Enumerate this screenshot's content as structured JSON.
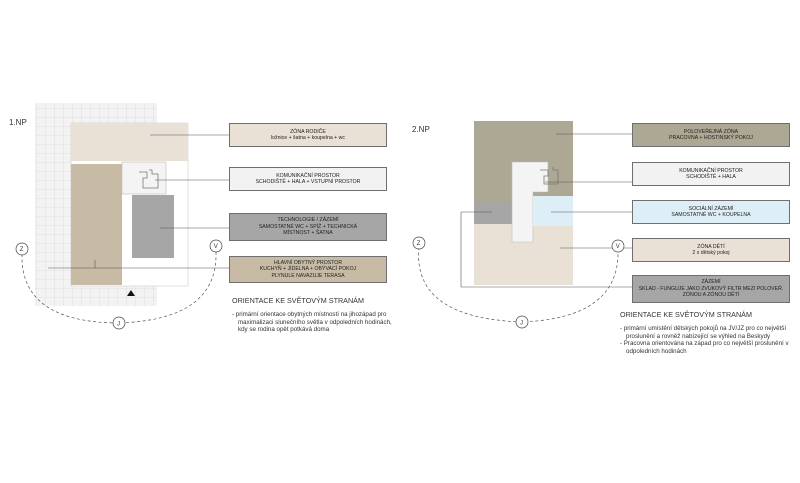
{
  "floors": [
    {
      "label": "1.NP",
      "zones": [
        {
          "title": "ZÓNA RODIČE",
          "sub": "ložnice + šatna + koupelna + wc",
          "color": "#e9e1d6"
        },
        {
          "title": "KOMUNIKAČNÍ PROSTOR",
          "sub": "SCHODIŠTĚ + HALA + VSTUPNÍ PROSTOR",
          "color": "#f2f2f2"
        },
        {
          "title": "TECHNOLOGIE / ZÁZEMÍ",
          "sub": "SAMOSTATNÉ WC + SPÍŽ + TECHNICKÁ MÍSTNOST + ŠATNA",
          "color": "#a6a6a6"
        },
        {
          "title": "HLAVNÍ OBYTNÝ PROSTOR",
          "sub": "KUCHYŇ + JÍDELNA + OBÝVACÍ POKOJ PLYNULE NAVAZUJE TERASA",
          "color": "#c7bba5"
        }
      ],
      "orientation": {
        "heading": "ORIENTACE KE SVĚTOVÝM STRANÁM",
        "bullets": [
          "- primární orientace obytných místností na jihozápad pro maximalizaci slunečního světla v odpoledních hodinách, kdy se rodina opět potkává doma"
        ]
      },
      "compass": {
        "w": "Z",
        "e": "V",
        "s": "J"
      }
    },
    {
      "label": "2.NP",
      "zones": [
        {
          "title": "POLOVEŘEJNÁ ZÓNA",
          "sub": "PRACOVNA + HOSTINSKÝ POKOJ",
          "color": "#aca894"
        },
        {
          "title": "KOMUNIKAČNÍ PROSTOR",
          "sub": "SCHODIŠTĚ + HALA",
          "color": "#f2f2f2"
        },
        {
          "title": "SOCIÁLNÍ ZÁZEMÍ",
          "sub": "SAMOSTATNÉ WC + KOUPELNA",
          "color": "#ddeef6"
        },
        {
          "title": "ZÓNA DĚTÍ",
          "sub": "2 x dětský pokoj",
          "color": "#e9e1d6"
        },
        {
          "title": "ZÁZEMÍ",
          "sub": "SKLAD - FUNGUJE JAKO ZVUKOVÝ FILTR MEZI POLOVEŘ. ZÓNOU A ZÓNOU DĚTÍ",
          "color": "#a6a6a6"
        }
      ],
      "orientation": {
        "heading": "ORIENTACE KE SVĚTOVÝM STRANÁM",
        "bullets": [
          "- primární umístění dětských pokojů na JV/JZ pro co největší proslunění a rovněž nabízející se výhled na Beskydy",
          "- Pracovna orientována na západ pro co největší proslunění v odpoledních hodinách"
        ]
      },
      "compass": {
        "w": "Z",
        "e": "V",
        "s": "J"
      }
    }
  ]
}
